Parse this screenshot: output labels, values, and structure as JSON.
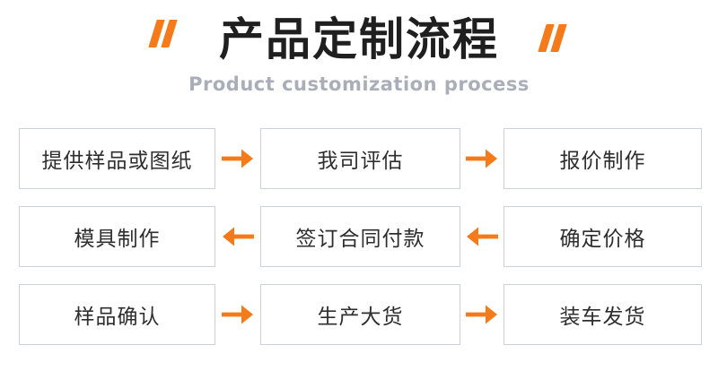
{
  "header": {
    "title": "产品定制流程",
    "subtitle": "Product customization process"
  },
  "flow": {
    "rows": [
      {
        "direction": "right",
        "boxes": [
          "提供样品或图纸",
          "我司评估",
          "报价制作"
        ]
      },
      {
        "direction": "left",
        "boxes": [
          "模具制作",
          "签订合同付款",
          "确定价格"
        ]
      },
      {
        "direction": "right",
        "boxes": [
          "样品确认",
          "生产大货",
          "装车发货"
        ]
      }
    ]
  },
  "icons": {
    "quote_open": "”",
    "quote_close": "”",
    "arrow_right": "→",
    "arrow_left": "←"
  },
  "colors": {
    "accent": "#F57A1A",
    "title": "#1F1F1F",
    "subtitle": "#A9AEB9",
    "box_border": "#CDD1D8",
    "box_text": "#2E2E2E",
    "background": "#FFFFFF"
  }
}
